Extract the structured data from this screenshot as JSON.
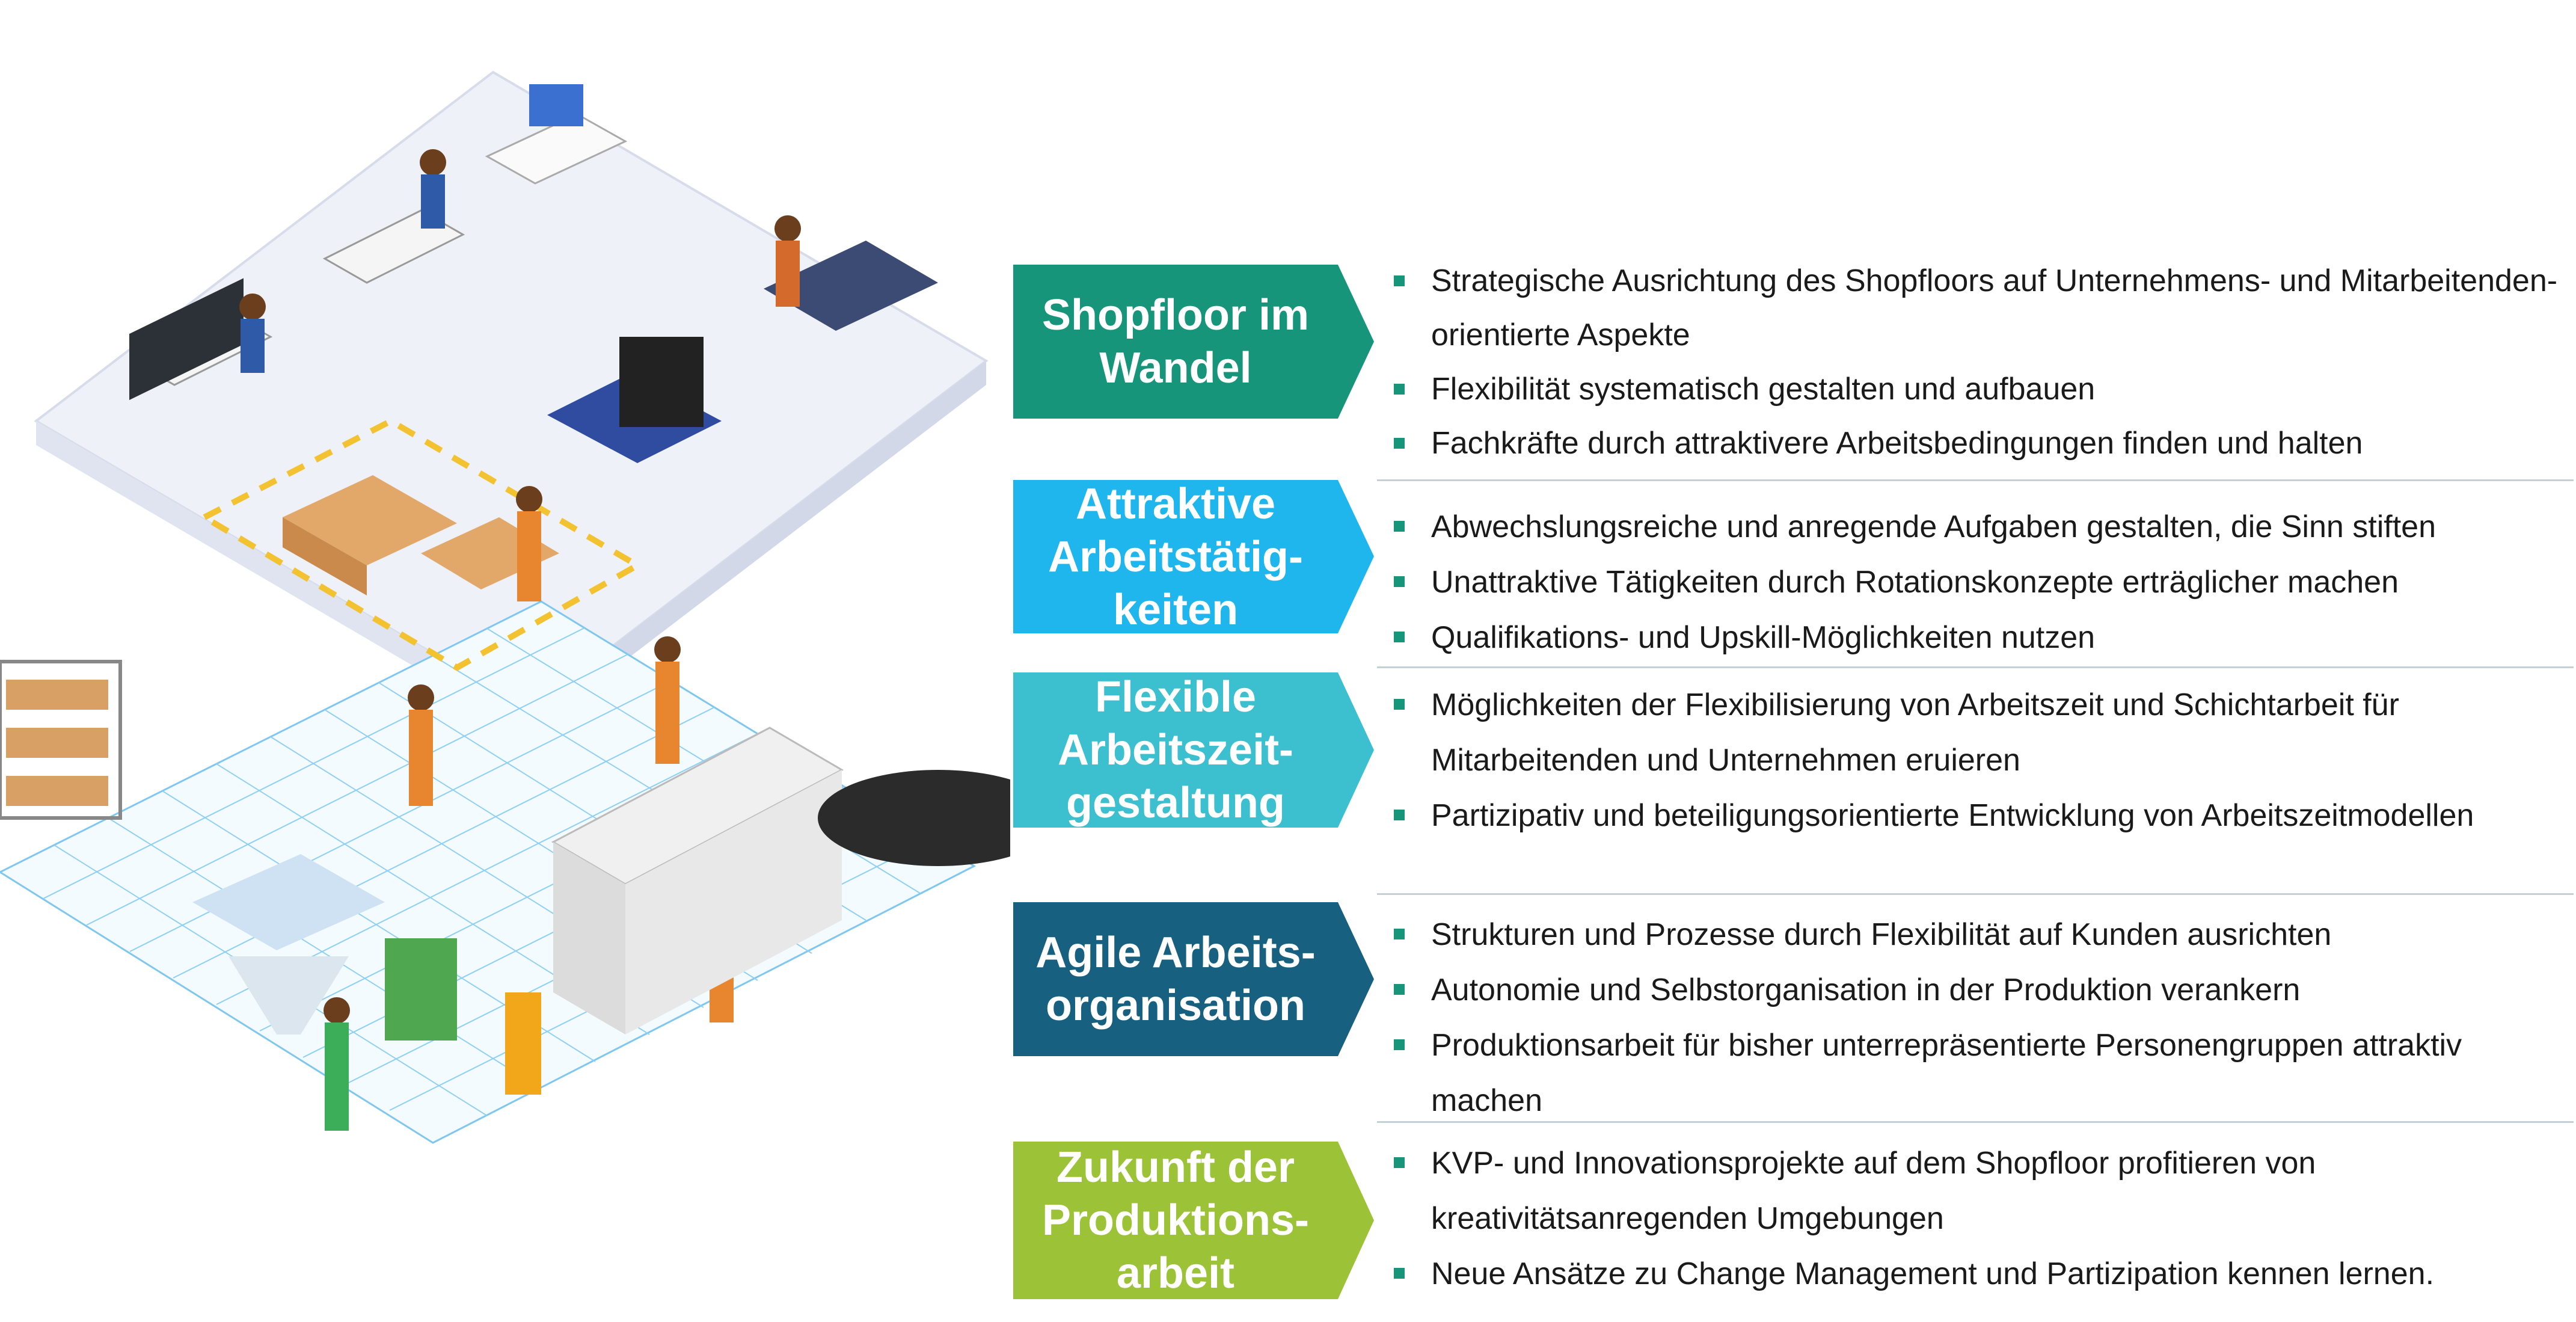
{
  "sections": [
    {
      "title": "Shopfloor im\nWandel",
      "color": "#17957a",
      "bullets": [
        "Strategische Ausrichtung des Shopfloors auf Unternehmens- und Mitarbeitenden-orientierte Aspekte",
        "Flexibilität systematisch gestalten und aufbauen",
        "Fachkräfte durch attraktivere Arbeitsbedingungen finden und halten"
      ]
    },
    {
      "title": "Attraktive\nArbeitstätig-\nkeiten",
      "color": "#1fb6ee",
      "bullets": [
        "Abwechslungsreiche und anregende Aufgaben gestalten, die Sinn stiften",
        "Unattraktive Tätigkeiten durch Rotationskonzepte erträglicher machen",
        "Qualifikations- und Upskill-Möglichkeiten nutzen"
      ]
    },
    {
      "title": "Flexible\nArbeitszeit-\ngestaltung",
      "color": "#3cc0cf",
      "bullets": [
        "Möglichkeiten der Flexibilisierung von  Arbeitszeit und Schichtarbeit für Mitarbeitenden und Unternehmen eruieren",
        "Partizipativ und beteiligungsorientierte Entwicklung von Arbeitszeitmodellen"
      ]
    },
    {
      "title": "Agile Arbeits-\norganisation",
      "color": "#17607f",
      "bullets": [
        "Strukturen und Prozesse durch Flexibilität auf Kunden ausrichten",
        "Autonomie und Selbstorganisation in der Produktion verankern",
        "Produktionsarbeit für bisher unterrepräsentierte Personengruppen attraktiv machen"
      ]
    },
    {
      "title": "Zukunft der\nProduktions-\narbeit",
      "color": "#9cc337",
      "bullets": [
        "KVP- und Innovationsprojekte auf dem Shopfloor profitieren von kreativitätsanregenden Umgebungen",
        "Neue Ansätze zu Change Management und Partizipation kennen lernen."
      ]
    }
  ],
  "bullet_color": "#17957a"
}
